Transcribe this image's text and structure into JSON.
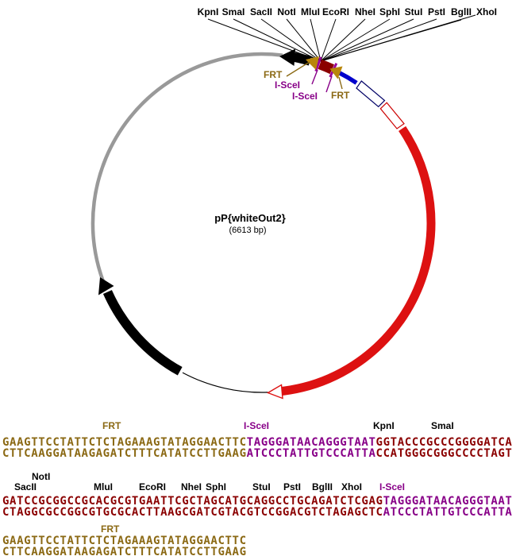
{
  "map": {
    "title": "pP{whiteOut2}",
    "subtitle": "(6613 bp)",
    "enzymes": [
      "KpnI",
      "SmaI",
      "SacII",
      "NotI",
      "MluI",
      "EcoRI",
      "NheI",
      "SphI",
      "StuI",
      "PstI",
      "BglII",
      "XhoI"
    ],
    "annotations": {
      "frt_left": "FRT",
      "scei_left": "I-SceI",
      "scei_right": "I-SceI",
      "frt_right": "FRT"
    }
  },
  "colors": {
    "frt_tan": "#8B6914",
    "scei_purple": "#880088",
    "sequence_dark_red": "#8B0000",
    "gene_red": "#DD1111",
    "segment_blue": "#0000CC",
    "backbone_gray": "#999999",
    "black": "#000000"
  },
  "sequence": {
    "blocks": [
      {
        "labels": {
          "frt": "FRT",
          "scei": "I-SceI",
          "kpni": "KpnI",
          "smai": "SmaI"
        },
        "top": [
          "GAAGTTCCTATTCTCTAGAAAGTATAGGAACTTC",
          "TAGGGATAACAGGGTAAT",
          "GGTACCCGCCCGGGGATCA"
        ],
        "bottom": [
          "CTTCAAGGATAAGAGATCTTTCATATCCTTGAAG",
          "ATCCCTATTGTCCCATTA",
          "CCATGGGCGGGCCCCTAGT"
        ]
      },
      {
        "labels_row1": [
          "NotI"
        ],
        "labels_row2": [
          "SacII",
          "MluI",
          "EcoRI",
          "NheI",
          "SphI",
          "StuI",
          "PstI",
          "BglII",
          "XhoI",
          "I-SceI"
        ],
        "top": [
          "GATCCGCGGCCGCACGCGTGAATTCGCTAGCATGCAGGCCTGCAGATCTCGAG",
          "TAGGGATAACAGGGTAAT"
        ],
        "bottom": [
          "CTAGGCGCCGGCGTGCGCACTTAAGCGATCGTACGTCCGGACGTCTAGAGCTC",
          "ATCCCTATTGTCCCATTA"
        ]
      },
      {
        "labels": {
          "frt": "FRT"
        },
        "top": [
          "GAAGTTCCTATTCTCTAGAAAGTATAGGAACTTC"
        ],
        "bottom": [
          "CTTCAAGGATAAGAGATCTTTCATATCCTTGAAG"
        ]
      }
    ]
  }
}
